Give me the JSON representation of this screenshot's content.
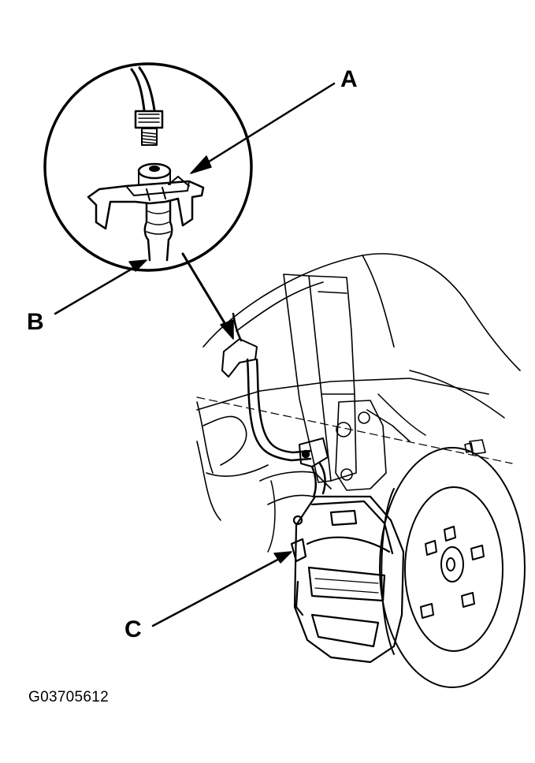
{
  "callouts": {
    "a": "A",
    "b": "B",
    "c": "C"
  },
  "figure_id": "G03705612",
  "colors": {
    "ink": "#000000",
    "background": "#ffffff"
  }
}
